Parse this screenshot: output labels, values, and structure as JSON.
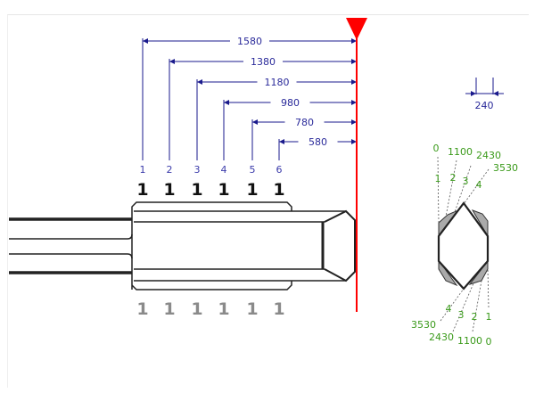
{
  "dimensions": [
    "1580",
    "1380",
    "1180",
    "980",
    "780",
    "580"
  ],
  "positions": [
    "1",
    "2",
    "3",
    "4",
    "5",
    "6"
  ],
  "top_values": [
    "1",
    "1",
    "1",
    "1",
    "1",
    "1"
  ],
  "bottom_values": [
    "1",
    "1",
    "1",
    "1",
    "1",
    "1"
  ],
  "width_dimension": "240",
  "hex_top_labels": {
    "angles": [
      "0",
      "1100",
      "2430",
      "3530"
    ],
    "indices": [
      "1",
      "2",
      "3",
      "4"
    ]
  },
  "hex_bottom_labels": {
    "angles": [
      "3530",
      "2430",
      "1100",
      "0"
    ],
    "indices": [
      "4",
      "3",
      "2",
      "1"
    ]
  },
  "colors": {
    "dimension": "#1a1a8c",
    "reference": "#ff0000",
    "annotation": "#3a9a1a"
  }
}
